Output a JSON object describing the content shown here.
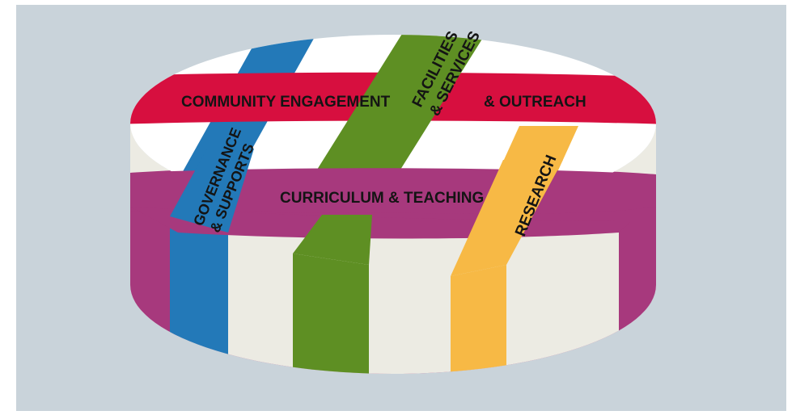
{
  "colors": {
    "background": "#c9d3da",
    "disc_white": "#ffffff",
    "side_white": "#ecebe3",
    "community": "#d70f3f",
    "curriculum": "#a7397d",
    "governance": "#2379b8",
    "facilities": "#5e8f23",
    "research": "#f7b945"
  },
  "labels": {
    "community_left": "COMMUNITY ENGAGEMENT",
    "community_right": "& OUTREACH",
    "facilities_line1": "FACILITIES",
    "facilities_line2": "& SERVICES",
    "governance_line1": "GOVERNANCE",
    "governance_line2": "& SUPPORTS",
    "curriculum": "CURRICULUM & TEACHING",
    "research": "RESEARCH"
  }
}
